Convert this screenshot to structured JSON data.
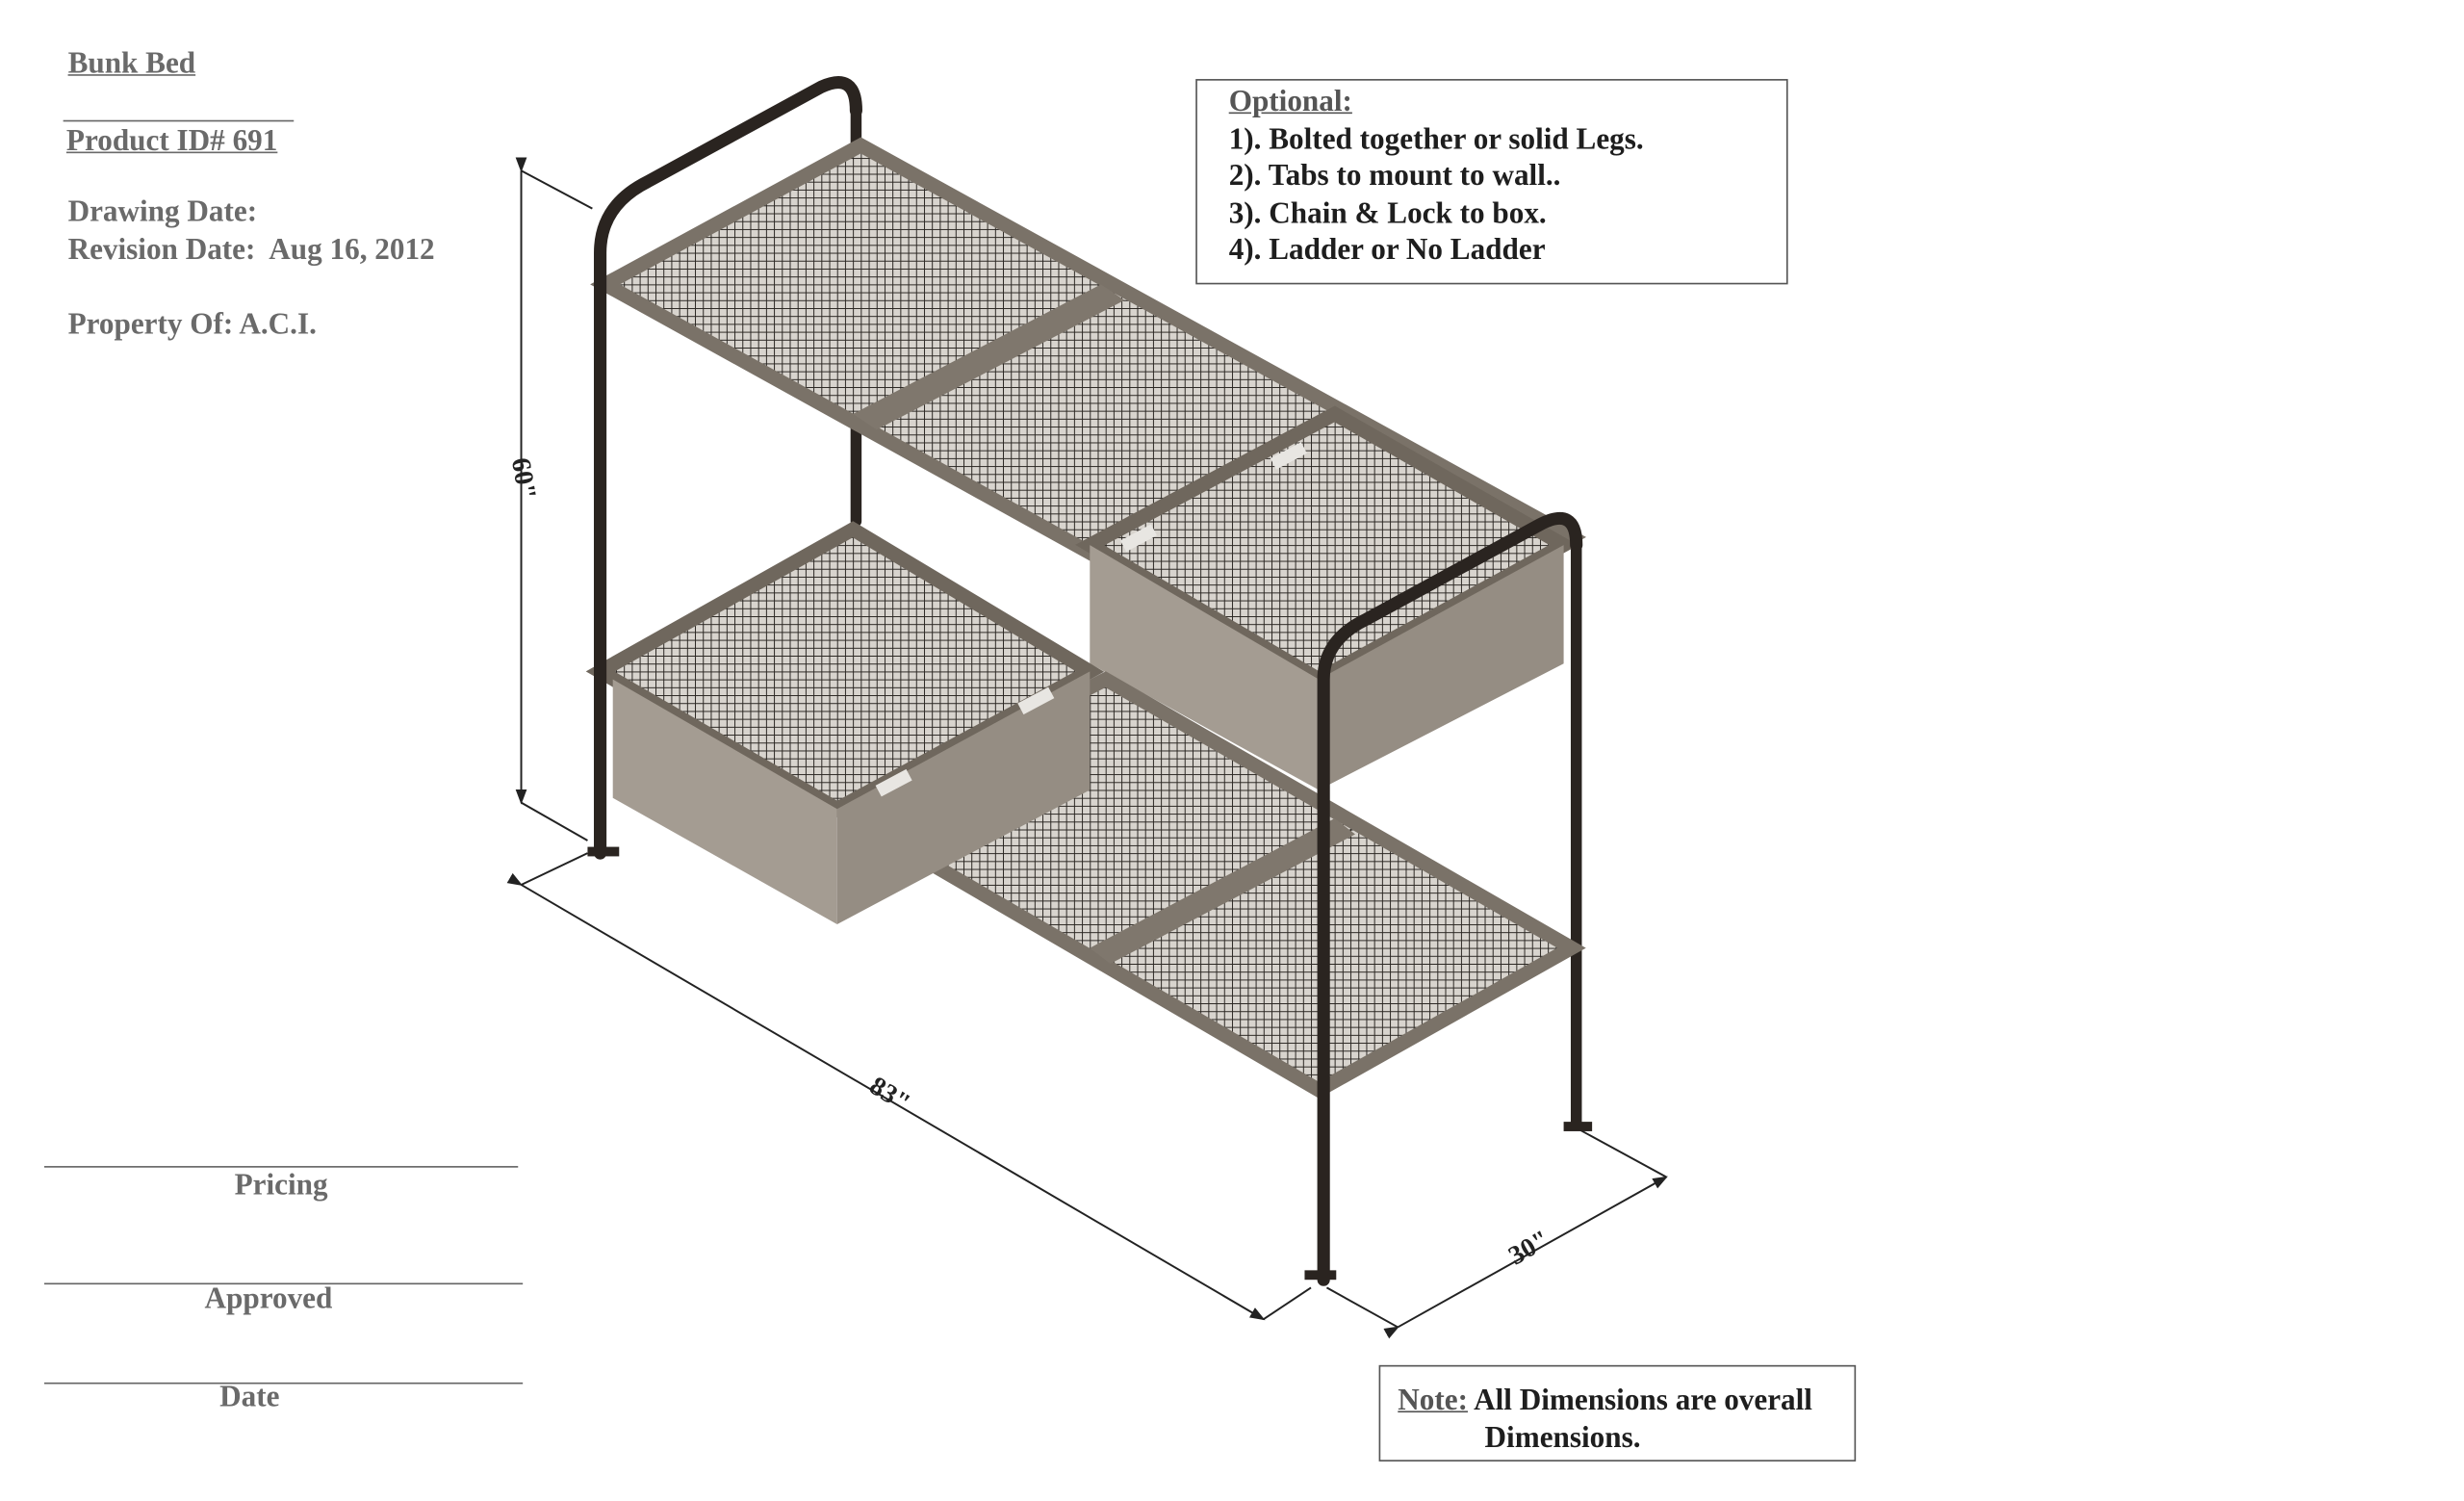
{
  "title_block": {
    "product_name": "Bunk Bed",
    "product_id": "Product ID# 691",
    "drawing_date_label": "Drawing Date:",
    "revision_date_label": "Revision Date:",
    "revision_date_value": "Aug 16, 2012",
    "property_of": "Property Of: A.C.I."
  },
  "signoff": {
    "pricing": "Pricing",
    "approved": "Approved",
    "date": "Date"
  },
  "optional_box": {
    "heading": "Optional:",
    "items": [
      "1). Bolted together or solid Legs.",
      "2). Tabs to mount to wall..",
      "3). Chain & Lock to box.",
      "4).  Ladder or No Ladder"
    ]
  },
  "note_box": {
    "label": "Note:",
    "text_line1": "All Dimensions are overall",
    "text_line2": "Dimensions."
  },
  "dimensions": {
    "height": "60\"",
    "length": "83\"",
    "width": "30\""
  },
  "colors": {
    "frame": "#2a2420",
    "metal": "#8a8278",
    "box_face": "#9a9288"
  }
}
